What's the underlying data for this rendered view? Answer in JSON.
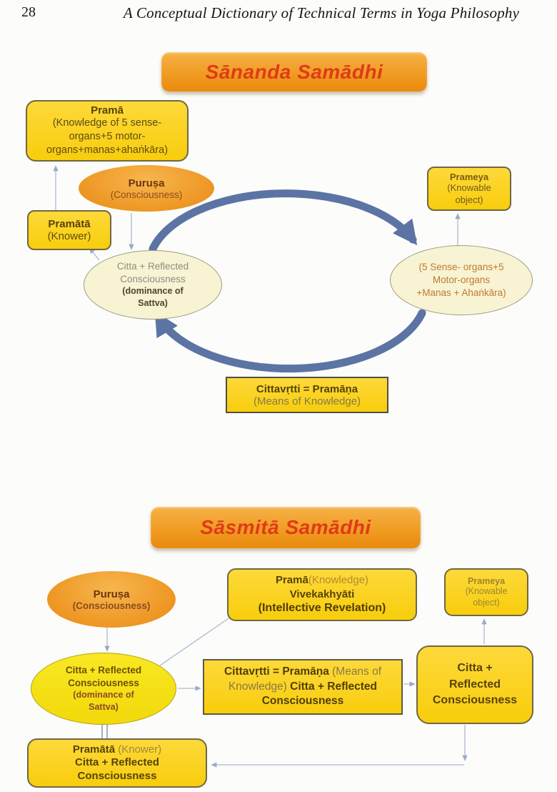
{
  "page": {
    "number": "28",
    "running_title": "A Conceptual Dictionary of Technical Terms in Yoga Philosophy"
  },
  "colors": {
    "banner_gradient_top": "#f6b148",
    "banner_gradient_bottom": "#ea8a0e",
    "banner_text": "#e03a18",
    "box_yellow": "#f8cd0c",
    "box_border": "#6e6843",
    "cream_ellipse": "#f8f3d2",
    "orange_ellipse": "#ef9a28",
    "cycle_arrow": "#5b74a4",
    "connector_line": "#a9b8d2"
  },
  "diagram1": {
    "title": "Sānanda Samādhi",
    "prama_box": {
      "heading": "Pramā",
      "body": "(Knowledge of 5 sense-\norgans+5 motor-\norgans+manas+ahaṅkāra)"
    },
    "purusa": {
      "heading": "Puruṣa",
      "sub": "(Consciousness)"
    },
    "pramata_box": {
      "heading": "Pramātā",
      "sub": "(Knower)"
    },
    "citta_ellipse": {
      "top": "Citta + Reflected\nConsciousness",
      "bottom": "(dominance of\nSattva)"
    },
    "prameya_box": {
      "heading": "Prameya",
      "body": "(Knowable\nobject)"
    },
    "organs_ellipse": {
      "text": "(5 Sense- organs+5\nMotor-organs\n+Manas + Ahaṅkāra)"
    },
    "cittavrtti_box": {
      "heading": "Cittavṛtti =  Pramāṇa",
      "sub": "(Means of Knowledge)"
    }
  },
  "diagram2": {
    "title": "Sāsmitā Samādhi",
    "purusa": {
      "heading": "Puruṣa",
      "sub": "(Consciousness)"
    },
    "prama_box": {
      "bold1": "Pramā",
      "reg1": "(Knowledge)",
      "line2": "Vivekakhyāti",
      "line3": "(Intellective Revelation)"
    },
    "prameya_box": {
      "heading": "Prameya",
      "body": "(Knowable\nobject)"
    },
    "citta_ellipse": {
      "top": "Citta + Reflected\nConsciousness",
      "bottom": "(dominance of\nSattva)"
    },
    "center_box": {
      "bold1": "Cittavṛtti =  Pramāṇa",
      "reg1": " (Means of Knowledge) ",
      "bold2": "Citta + Reflected Consciousness"
    },
    "right_box": {
      "text": "Citta +\nReflected\nConsciousness"
    },
    "pramata_box": {
      "bold1": "Pramātā",
      "reg1": " (Knower)",
      "bold2": "Citta + Reflected\nConsciousness"
    }
  }
}
